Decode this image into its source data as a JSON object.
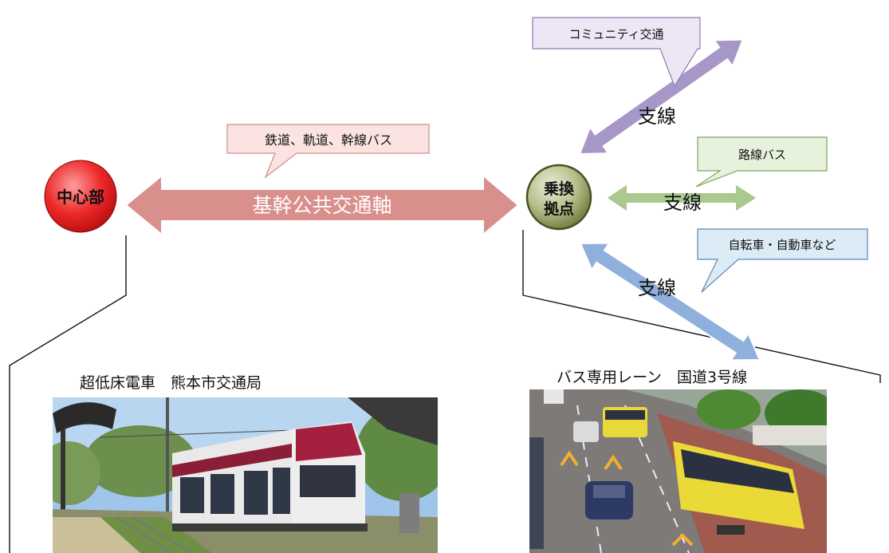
{
  "nodes": {
    "center": "中心部",
    "hub_line1": "乗換",
    "hub_line2": "拠点"
  },
  "trunk": {
    "label": "基幹公共交通軸",
    "callout": "鉄道、軌道、幹線バス"
  },
  "branches": [
    {
      "label": "支線",
      "callout": "コミュニティ交通"
    },
    {
      "label": "支線",
      "callout": "路線バス"
    },
    {
      "label": "支線",
      "callout": "自転車・自動車など"
    }
  ],
  "photos": {
    "left_caption": "超低床電車　熊本市交通局",
    "right_caption": "バス専用レーン　国道3号線"
  },
  "colors": {
    "trunk_arrow": "#d9908c",
    "trunk_callout_fill": "#fbe3e2",
    "branch_community": "#a797c8",
    "branch_community_fill": "#ece6f5",
    "branch_bus": "#a9c98f",
    "branch_bus_fill": "#e7f2dc",
    "branch_bike": "#8fb0dc",
    "branch_bike_fill": "#dcecf7",
    "center_node": "#e0141a",
    "hub_node": "#5b6b2b"
  }
}
